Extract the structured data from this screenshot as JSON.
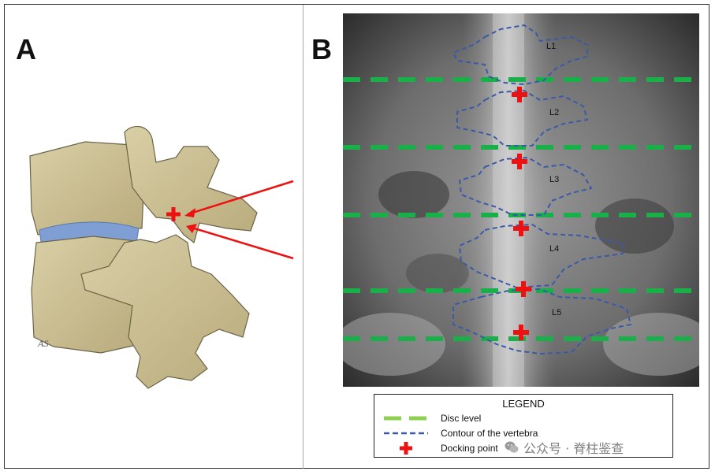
{
  "panels": {
    "a_label": "A",
    "b_label": "B"
  },
  "illustration": {
    "signature": "AS"
  },
  "vertebrae": [
    "L1",
    "L2",
    "L3",
    "L4",
    "L5"
  ],
  "legend": {
    "title": "LEGEND",
    "items": [
      {
        "label": "Disc level",
        "style": "green-dash"
      },
      {
        "label": "Contour of the vertebra",
        "style": "blue-dash"
      },
      {
        "label": "Docking point",
        "style": "red-cross"
      }
    ]
  },
  "watermark": {
    "text": "公众号 · 脊柱鉴查",
    "icon": "wechat-icon"
  },
  "colors": {
    "disc_level": "#19b04a",
    "legend_disc": "#8fd14f",
    "contour": "#3a5aa8",
    "docking": "#ee1111",
    "bone": "#d2c69a",
    "disc": "#7f9fd4"
  }
}
